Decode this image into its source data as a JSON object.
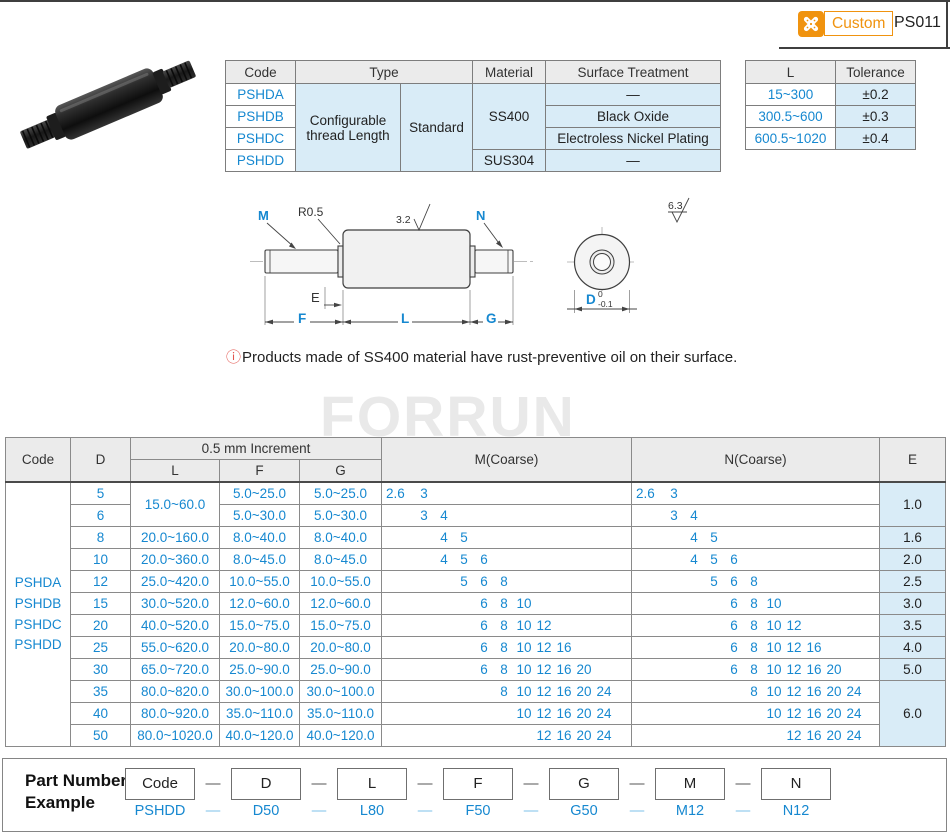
{
  "header": {
    "custom_label": "Custom",
    "page_code": "PS011"
  },
  "spec_table": {
    "col_headers": {
      "code": "Code",
      "type": "Type",
      "material": "Material",
      "surface_treatment": "Surface Treatment"
    },
    "codes": [
      "PSHDA",
      "PSHDB",
      "PSHDC",
      "PSHDD"
    ],
    "type_left": "Configurable thread Length",
    "type_right": "Standard",
    "materials": {
      "ss400": "SS400",
      "sus304": "SUS304"
    },
    "surface_treatments": [
      "—",
      "Black Oxide",
      "Electroless Nickel Plating",
      "—"
    ]
  },
  "tolerance_table": {
    "headers": [
      "L",
      "Tolerance"
    ],
    "rows": [
      [
        "15~300",
        "±0.2"
      ],
      [
        "300.5~600",
        "±0.3"
      ],
      [
        "600.5~1020",
        "±0.4"
      ]
    ]
  },
  "drawing": {
    "labels": {
      "m": "M",
      "r": "R0.5",
      "roughness_top": "3.2",
      "n": "N",
      "e": "E",
      "f": "F",
      "l": "L",
      "g": "G",
      "d": "D",
      "d_tol_upper": "0",
      "d_tol_lower": "-0.1",
      "roughness_side": "6.3"
    }
  },
  "note": {
    "icon": "ⓘ",
    "text": "Products made of SS400 material have rust-preventive oil on their surface."
  },
  "watermark": "FORRUN",
  "colors": {
    "accent_blue": "#1688d0",
    "badge_orange": "#f0930f",
    "cell_blue": "#d9ecf7",
    "note_red": "#e2534d"
  },
  "main_table": {
    "headers": {
      "code": "Code",
      "d": "D",
      "increment": "0.5 mm Increment",
      "l": "L",
      "f": "F",
      "g": "G",
      "m": "M(Coarse)",
      "n": "N(Coarse)",
      "e": "E"
    },
    "code_values": [
      "PSHDA",
      "PSHDB",
      "PSHDC",
      "PSHDD"
    ],
    "thread_sizes": [
      "2.6",
      "3",
      "4",
      "5",
      "6",
      "8",
      "10",
      "12",
      "16",
      "20",
      "24"
    ],
    "rows": [
      {
        "d": "5",
        "l": "15.0~60.0",
        "lspan": 2,
        "f": "5.0~25.0",
        "g": "5.0~25.0",
        "m": [
          "2.6",
          "3"
        ],
        "n": [
          "2.6",
          "3"
        ],
        "e": "1.0",
        "espan": 2
      },
      {
        "d": "6",
        "f": "5.0~30.0",
        "g": "5.0~30.0",
        "m": [
          "3",
          "4"
        ],
        "n": [
          "3",
          "4"
        ]
      },
      {
        "d": "8",
        "l": "20.0~160.0",
        "f": "8.0~40.0",
        "g": "8.0~40.0",
        "m": [
          "4",
          "5"
        ],
        "n": [
          "4",
          "5"
        ],
        "e": "1.6"
      },
      {
        "d": "10",
        "l": "20.0~360.0",
        "f": "8.0~45.0",
        "g": "8.0~45.0",
        "m": [
          "4",
          "5",
          "6"
        ],
        "n": [
          "4",
          "5",
          "6"
        ],
        "e": "2.0"
      },
      {
        "d": "12",
        "l": "25.0~420.0",
        "f": "10.0~55.0",
        "g": "10.0~55.0",
        "m": [
          "5",
          "6",
          "8"
        ],
        "n": [
          "5",
          "6",
          "8"
        ],
        "e": "2.5"
      },
      {
        "d": "15",
        "l": "30.0~520.0",
        "f": "12.0~60.0",
        "g": "12.0~60.0",
        "m": [
          "6",
          "8",
          "10"
        ],
        "n": [
          "6",
          "8",
          "10"
        ],
        "e": "3.0"
      },
      {
        "d": "20",
        "l": "40.0~520.0",
        "f": "15.0~75.0",
        "g": "15.0~75.0",
        "m": [
          "6",
          "8",
          "10",
          "12"
        ],
        "n": [
          "6",
          "8",
          "10",
          "12"
        ],
        "e": "3.5"
      },
      {
        "d": "25",
        "l": "55.0~620.0",
        "f": "20.0~80.0",
        "g": "20.0~80.0",
        "m": [
          "6",
          "8",
          "10",
          "12",
          "16"
        ],
        "n": [
          "6",
          "8",
          "10",
          "12",
          "16"
        ],
        "e": "4.0"
      },
      {
        "d": "30",
        "l": "65.0~720.0",
        "f": "25.0~90.0",
        "g": "25.0~90.0",
        "m": [
          "6",
          "8",
          "10",
          "12",
          "16",
          "20"
        ],
        "n": [
          "6",
          "8",
          "10",
          "12",
          "16",
          "20"
        ],
        "e": "5.0"
      },
      {
        "d": "35",
        "l": "80.0~820.0",
        "f": "30.0~100.0",
        "g": "30.0~100.0",
        "m": [
          "8",
          "10",
          "12",
          "16",
          "20",
          "24"
        ],
        "n": [
          "8",
          "10",
          "12",
          "16",
          "20",
          "24"
        ],
        "e": "6.0",
        "espan": 3
      },
      {
        "d": "40",
        "l": "80.0~920.0",
        "f": "35.0~110.0",
        "g": "35.0~110.0",
        "m": [
          "10",
          "12",
          "16",
          "20",
          "24"
        ],
        "n": [
          "10",
          "12",
          "16",
          "20",
          "24"
        ]
      },
      {
        "d": "50",
        "l": "80.0~1020.0",
        "f": "40.0~120.0",
        "g": "40.0~120.0",
        "m": [
          "12",
          "16",
          "20",
          "24"
        ],
        "n": [
          "12",
          "16",
          "20",
          "24"
        ]
      }
    ]
  },
  "part_number": {
    "title_line1": "Part Number",
    "title_line2": "Example",
    "fields": [
      "Code",
      "D",
      "L",
      "F",
      "G",
      "M",
      "N"
    ],
    "values": [
      "PSHDD",
      "D50",
      "L80",
      "F50",
      "G50",
      "M12",
      "N12"
    ],
    "dash": "—"
  }
}
